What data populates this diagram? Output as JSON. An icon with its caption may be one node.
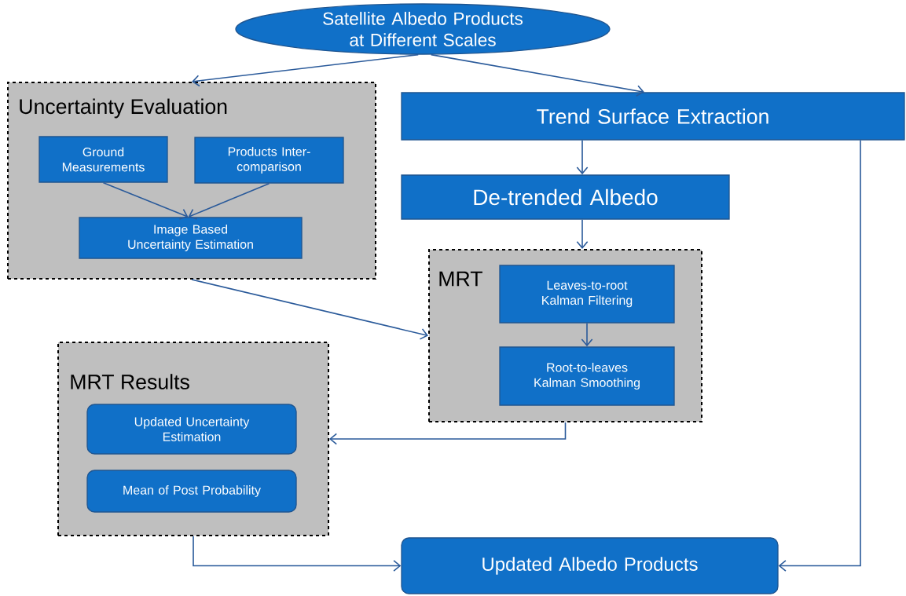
{
  "diagram": {
    "nodes": [
      {
        "text": [
          "Satellite Albedo Products at Different Scales"
        ]
      },
      {
        "text": [
          "Uncertainty Evaluation"
        ]
      },
      {
        "text": [
          "Ground Measurements"
        ],
        "in": 1
      },
      {
        "text": [
          "Products Inter-comparison"
        ],
        "in": 1
      },
      {
        "text": [
          "Image Based Uncertainty Estimation"
        ],
        "in": 1
      },
      {
        "text": [
          "Trend Surface Extraction"
        ]
      },
      {
        "text": [
          "De-trended Albedo"
        ]
      },
      {
        "text": [
          "MRT"
        ]
      },
      {
        "text": [
          "Leaves-to-root Kalman Filtering"
        ],
        "in": 7
      },
      {
        "text": [
          "Root-to-leaves Kalman Smoothing"
        ],
        "in": 7
      },
      {
        "text": [
          "MRT Results"
        ]
      },
      {
        "text": [
          "Updated Uncertainty Estimation"
        ],
        "in": 10
      },
      {
        "text": [
          "Mean of Post Probability"
        ],
        "in": 10
      },
      {
        "text": [
          "Updated Albedo Products"
        ]
      }
    ],
    "edges": [
      {
        "from": 0,
        "to": 1,
        "arrow": "to"
      },
      {
        "from": 0,
        "to": 5,
        "arrow": "to"
      },
      {
        "from": 2,
        "to": 4,
        "arrow": "to"
      },
      {
        "from": 3,
        "to": 4,
        "arrow": "to"
      },
      {
        "from": 5,
        "to": 6,
        "arrow": "to"
      },
      {
        "from": 6,
        "to": 7,
        "arrow": "to"
      },
      {
        "from": 1,
        "to": 7,
        "arrow": "to"
      },
      {
        "from": 8,
        "to": 9,
        "arrow": "to"
      },
      {
        "from": 7,
        "to": 10,
        "arrow": "to"
      },
      {
        "from": 10,
        "to": 13,
        "arrow": "to"
      },
      {
        "from": 5,
        "to": 13,
        "arrow": "to"
      }
    ]
  }
}
